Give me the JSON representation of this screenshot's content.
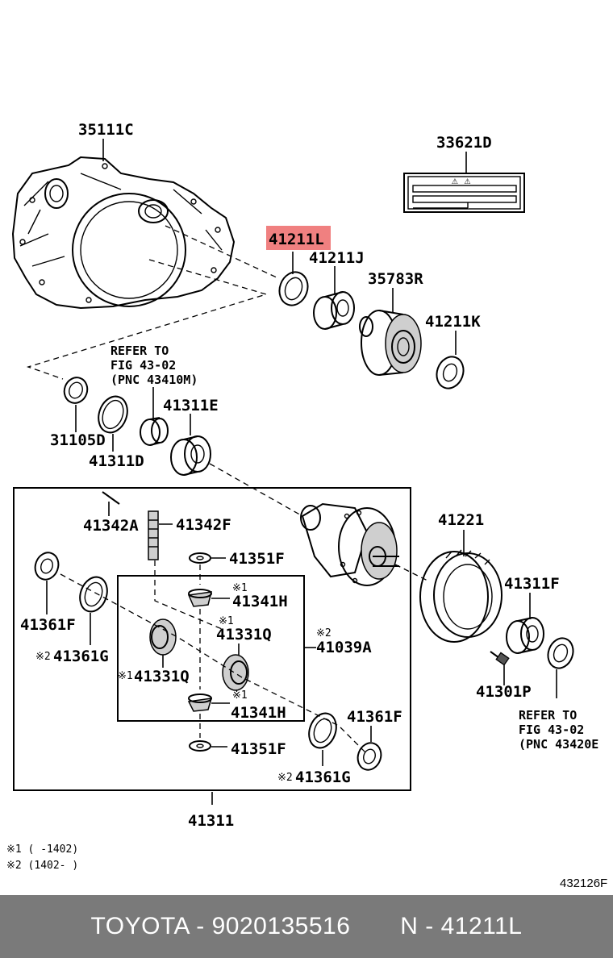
{
  "labels": {
    "p35111c": "35111C",
    "p33621d": "33621D",
    "p41211l": "41211L",
    "p41211j": "41211J",
    "p35783r": "35783R",
    "p41211k": "41211K",
    "refer1_line1": "REFER TO",
    "refer1_line2": "FIG 43-02",
    "refer1_line3": "(PNC 43410M)",
    "p31105d": "31105D",
    "p41311d": "41311D",
    "p41311e": "41311E",
    "p41342a": "41342A",
    "p41342f": "41342F",
    "p41351f_top": "41351F",
    "p41341h_top": "41341H",
    "p41331q_right": "41331Q",
    "p41039a": "41039A",
    "p41331q_left": "41331Q",
    "p41341h_bottom": "41341H",
    "p41351f_bottom": "41351F",
    "p41361f_left": "41361F",
    "p41361g_left": "41361G",
    "p41361f_right": "41361F",
    "p41361g_right": "41361G",
    "p41221": "41221",
    "p41311f": "41311F",
    "p41301p": "41301P",
    "refer2_line1": "REFER TO",
    "refer2_line2": "FIG 43-02",
    "refer2_line3": "(PNC 43420E",
    "p41311": "41311",
    "mark1": "※1",
    "mark2": "※2",
    "mark1_small": "※1",
    "mark2_small": "※2",
    "legend1": "※1 (    -1402)",
    "legend2": "※2 (1402-    )",
    "figure_code": "432126F",
    "label_sheet_text": "⚠ ⚠"
  },
  "highlight_color": "#f08080",
  "footer": {
    "text": "TOYOTA - 9020135516       N - 41211L"
  }
}
